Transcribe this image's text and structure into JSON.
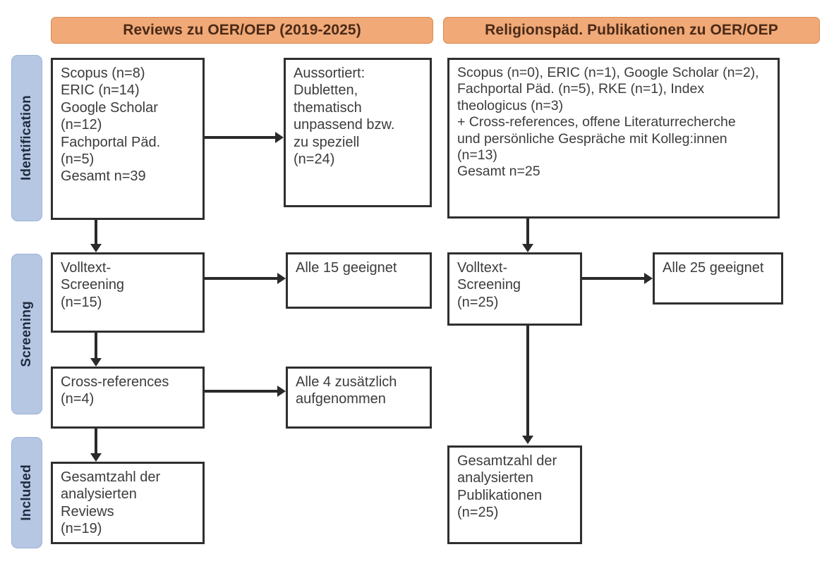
{
  "figure": {
    "type": "prisma-flow-diagram",
    "columns": [
      {
        "id": "left",
        "header": "Reviews zu OER/OEP (2019-2025)"
      },
      {
        "id": "right",
        "header": "Religionspäd. Publikationen zu OER/OEP"
      }
    ],
    "stages": [
      {
        "id": "identification",
        "label": "Identification"
      },
      {
        "id": "screening",
        "label": "Screening"
      },
      {
        "id": "included",
        "label": "Included"
      }
    ],
    "colors": {
      "header_fill": "#f0a977",
      "header_border": "#d98b52",
      "stage_fill": "#b6c7e4",
      "stage_border": "#9db2d6",
      "box_border": "#2f2f2f",
      "connector": "#2a2a2a",
      "text": "#3c3c3c",
      "background": "#ffffff"
    },
    "boxes": {
      "left_identification": {
        "lines": [
          "Scopus (n=8)",
          "ERIC (n=14)",
          "Google Scholar",
          "(n=12)",
          "Fachportal Päd.",
          "(n=5)",
          "Gesamt n=39"
        ]
      },
      "left_excluded": {
        "lines": [
          "Aussortiert:",
          "Dubletten,",
          "thematisch",
          "unpassend bzw.",
          "zu speziell",
          "(n=24)"
        ]
      },
      "left_screening": {
        "lines": [
          "Volltext-",
          "Screening",
          "(n=15)"
        ]
      },
      "left_screening_result": {
        "lines": [
          "Alle 15 geeignet"
        ]
      },
      "left_crossrefs": {
        "lines": [
          "Cross-references",
          "(n=4)"
        ]
      },
      "left_crossrefs_result": {
        "lines": [
          "Alle 4 zusätzlich",
          "aufgenommen"
        ]
      },
      "left_included": {
        "lines": [
          "Gesamtzahl der",
          "analysierten",
          "Reviews",
          "(n=19)"
        ]
      },
      "right_identification": {
        "lines": [
          "Scopus (n=0), ERIC (n=1), Google Scholar (n=2),",
          "Fachportal Päd. (n=5), RKE (n=1), Index",
          "theologicus (n=3)",
          "+ Cross-references, offene Literaturrecherche",
          "und persönliche Gespräche mit Kolleg:innen",
          "(n=13)",
          "Gesamt n=25"
        ]
      },
      "right_screening": {
        "lines": [
          "Volltext-",
          "Screening",
          "(n=25)"
        ]
      },
      "right_screening_result": {
        "lines": [
          "Alle 25 geeignet"
        ]
      },
      "right_included": {
        "lines": [
          "Gesamtzahl der",
          "analysierten",
          "Publikationen",
          "(n=25)"
        ]
      }
    },
    "counts": {
      "left_scopus": 8,
      "left_eric": 14,
      "left_google_scholar": 12,
      "left_fachportal": 5,
      "left_total": 39,
      "left_excluded": 24,
      "left_fulltext_screening": 15,
      "left_crossrefs": 4,
      "left_included": 19,
      "right_scopus": 0,
      "right_eric": 1,
      "right_google_scholar": 2,
      "right_fachportal": 5,
      "right_rke": 1,
      "right_index_theologicus": 3,
      "right_other_sources": 13,
      "right_total": 25,
      "right_fulltext_screening": 25,
      "right_included": 25
    }
  }
}
